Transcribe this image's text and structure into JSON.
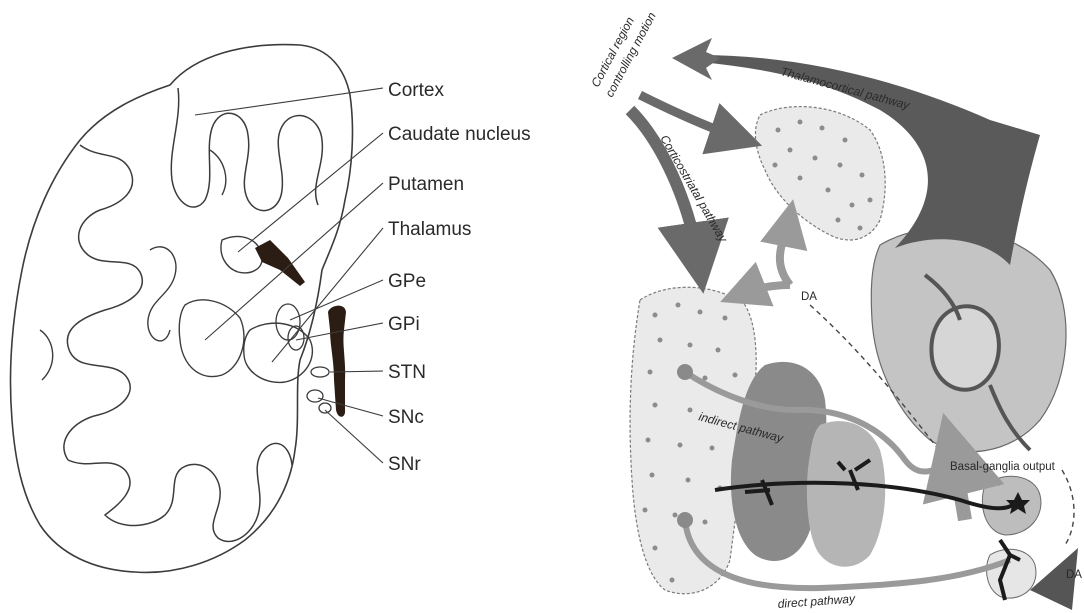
{
  "left_panel": {
    "labels": {
      "cortex": "Cortex",
      "caudate": "Caudate nucleus",
      "putamen": "Putamen",
      "thalamus": "Thalamus",
      "gpe": "GPe",
      "gpi": "GPi",
      "stn": "STN",
      "snc": "SNc",
      "snr": "SNr"
    }
  },
  "right_panel": {
    "labels": {
      "cortical_line1": "Cortical region",
      "cortical_line2": "controlling motion",
      "thalamocortical": "Thalamocortical pathway",
      "corticostriatal": "Corticostriatal pathway",
      "da_top": "DA",
      "indirect": "indirect pathway",
      "bg_output": "Basal-ganglia output",
      "direct": "direct pathway",
      "da_right": "DA"
    }
  },
  "colors": {
    "outline": "#3c3c3c",
    "dark_fill": "#2b1d14",
    "arrow_dark": "#6a6a6a",
    "arrow_mid": "#9a9a9a",
    "region_light": "#e9e9e9",
    "region_mid": "#c4c4c4",
    "region_dark": "#8a8a8a",
    "dot": "#8c8c8c"
  }
}
